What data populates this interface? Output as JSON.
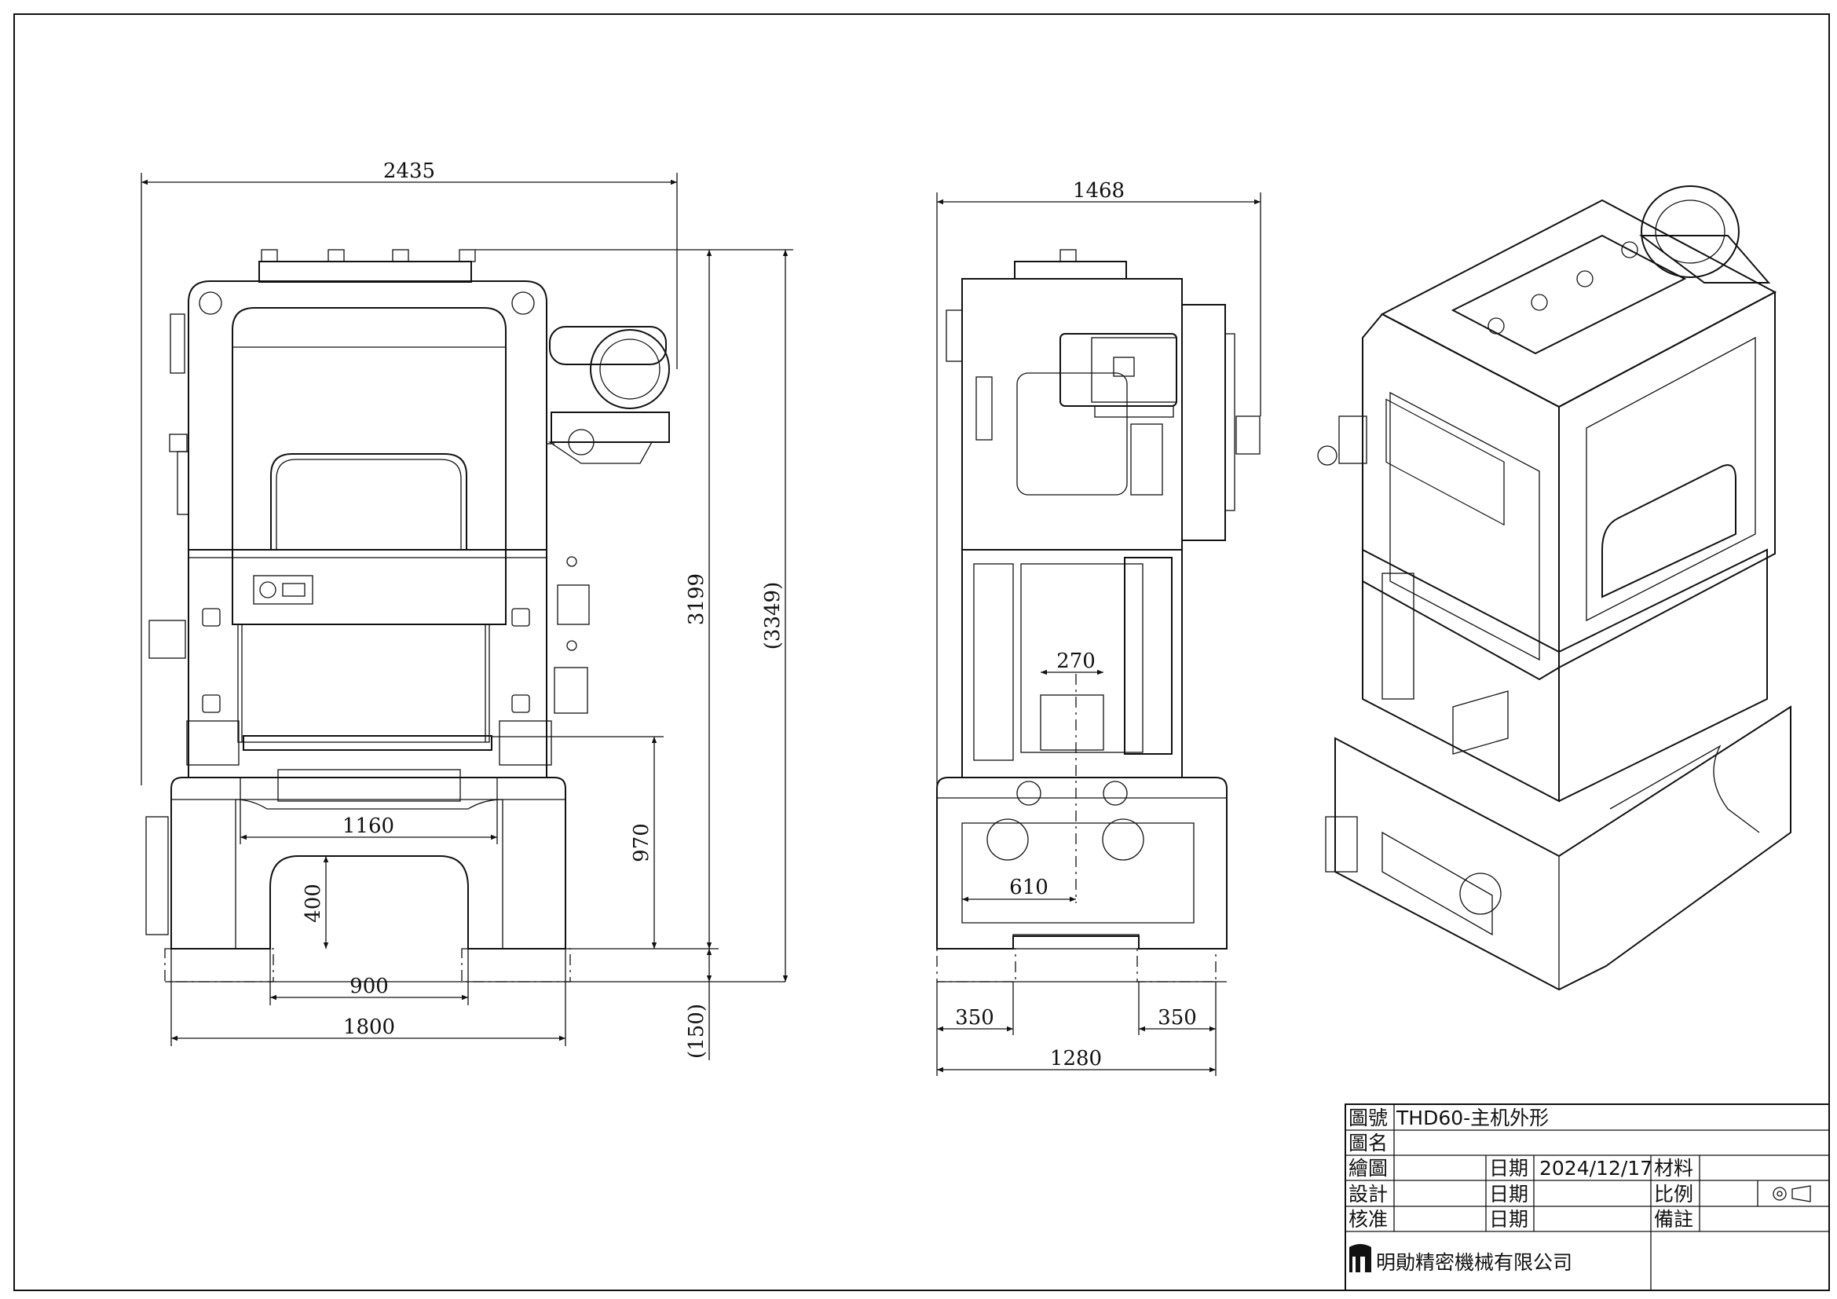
{
  "front_view": {
    "dims": {
      "overall_width": "2435",
      "height": "3199",
      "overall_height": "(3349)",
      "bed_opening": "1160",
      "table_height": "970",
      "base_opening_height": "400",
      "base_inner": "900",
      "base_width": "1800",
      "foundation": "(150)"
    }
  },
  "side_view": {
    "dims": {
      "overall_depth": "1468",
      "slide_opening": "270",
      "bolster_depth": "610",
      "foot_left": "350",
      "foot_right": "350",
      "base_depth": "1280"
    }
  },
  "title_block": {
    "drawing_no_label": "圖號",
    "drawing_no_value": "THD60-主机外形",
    "drawing_name_label": "圖名",
    "drawn_label": "繪圖",
    "design_label": "設計",
    "approve_label": "核准",
    "date_label": "日期",
    "date_value": "2024/12/17",
    "material_label": "材料",
    "scale_label": "比例",
    "remarks_label": "備註",
    "company": "明勛精密機械有限公司",
    "logo_text": "M"
  }
}
